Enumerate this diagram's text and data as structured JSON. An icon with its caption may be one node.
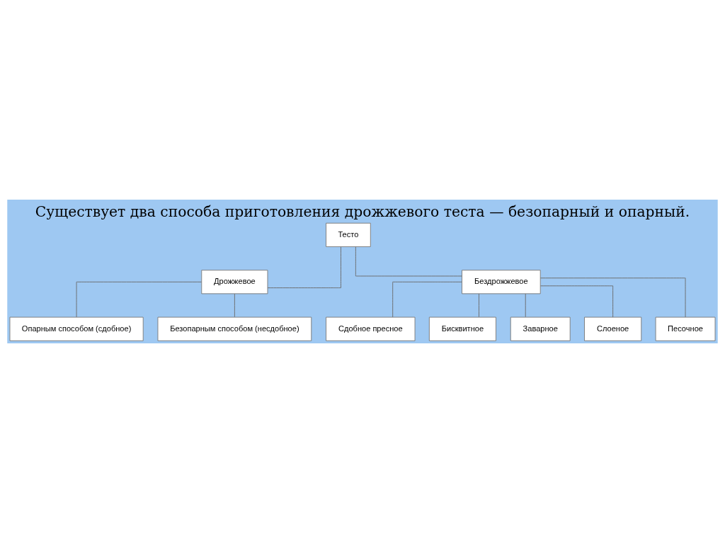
{
  "diagram": {
    "title": "Существует два способа приготовления дрожжевого теста — безопарный и опарный.",
    "nodes": [
      {
        "text": [
          "Тесто"
        ]
      },
      {
        "text": [
          "Дрожжевое"
        ]
      },
      {
        "text": [
          "Бездрожжевое"
        ]
      },
      {
        "text": [
          "Опарным способом (сдобное)"
        ]
      },
      {
        "text": [
          "Безопарным способом (несдобное)"
        ]
      },
      {
        "text": [
          "Сдобное пресное"
        ]
      },
      {
        "text": [
          "Бисквитное"
        ]
      },
      {
        "text": [
          "Заварное"
        ]
      },
      {
        "text": [
          "Слоеное"
        ]
      },
      {
        "text": [
          "Песочное"
        ]
      }
    ],
    "edges": [
      {
        "from": 0,
        "to": 1,
        "arrow": "none"
      },
      {
        "from": 0,
        "to": 2,
        "arrow": "none"
      },
      {
        "from": 1,
        "to": 3,
        "arrow": "none"
      },
      {
        "from": 1,
        "to": 4,
        "arrow": "none"
      },
      {
        "from": 2,
        "to": 5,
        "arrow": "none"
      },
      {
        "from": 2,
        "to": 6,
        "arrow": "none"
      },
      {
        "from": 2,
        "to": 7,
        "arrow": "none"
      },
      {
        "from": 2,
        "to": 8,
        "arrow": "none"
      },
      {
        "from": 2,
        "to": 9,
        "arrow": "none"
      }
    ]
  }
}
